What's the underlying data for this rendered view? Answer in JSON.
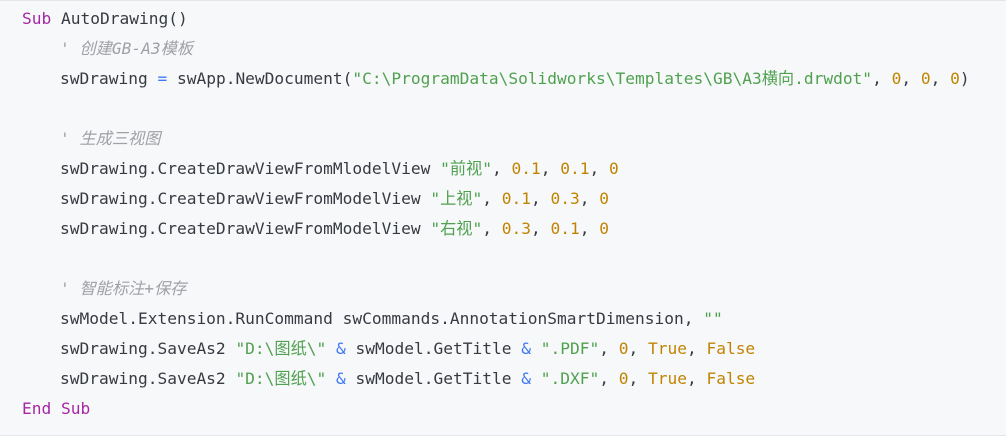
{
  "colors": {
    "background": "#f6f8fa",
    "keyword": "#a626a4",
    "comment": "#a0a1a7",
    "string": "#50a14f",
    "number": "#c18401",
    "operator": "#4078f2",
    "text": "#383a42"
  },
  "code": {
    "l1": {
      "kw": "Sub",
      "name": " AutoDrawing()"
    },
    "l2": {
      "comment": "' 创建GB-A3模板"
    },
    "l3": {
      "a": "swDrawing ",
      "eq": "=",
      "b": " swApp.NewDocument(",
      "str": "\"C:\\ProgramData\\Solidworks\\Templates\\GB\\A3横向.drwdot\"",
      "c1": ", ",
      "n1": "0",
      "c2": ", ",
      "n2": "0",
      "c3": ", ",
      "n3": "0",
      "end": ")"
    },
    "l4": {
      "comment": "' 生成三视图"
    },
    "l5": {
      "a": "swDrawing.CreateDrawViewFromMlodelView ",
      "str": "\"前视\"",
      "c1": ", ",
      "n1": "0.1",
      "c2": ", ",
      "n2": "0.1",
      "c3": ", ",
      "n3": "0"
    },
    "l6": {
      "a": "swDrawing.CreateDrawViewFromModelView ",
      "str": "\"上视\"",
      "c1": ", ",
      "n1": "0.1",
      "c2": ", ",
      "n2": "0.3",
      "c3": ", ",
      "n3": "0"
    },
    "l7": {
      "a": "swDrawing.CreateDrawViewFromModelView ",
      "str": "\"右视\"",
      "c1": ", ",
      "n1": "0.3",
      "c2": ", ",
      "n2": "0.1",
      "c3": ", ",
      "n3": "0"
    },
    "l8": {
      "comment": "' 智能标注+保存"
    },
    "l9": {
      "a": "swModel.Extension.RunCommand swCommands.AnnotationSmartDimension, ",
      "str": "\"\""
    },
    "l10": {
      "a": "swDrawing.SaveAs2 ",
      "s1": "\"D:\\图纸\\\"",
      "amp1": " & ",
      "b": "swModel.GetTitle",
      "amp2": " & ",
      "s2": "\".PDF\"",
      "c1": ", ",
      "n1": "0",
      "c2": ", ",
      "t": "True",
      "c3": ", ",
      "f": "False"
    },
    "l11": {
      "a": "swDrawing.SaveAs2 ",
      "s1": "\"D:\\图纸\\\"",
      "amp1": " & ",
      "b": "swModel.GetTitle",
      "amp2": " & ",
      "s2": "\".DXF\"",
      "c1": ", ",
      "n1": "0",
      "c2": ", ",
      "t": "True",
      "c3": ", ",
      "f": "False"
    },
    "l12": {
      "kw1": "End",
      "sp": " ",
      "kw2": "Sub"
    }
  }
}
